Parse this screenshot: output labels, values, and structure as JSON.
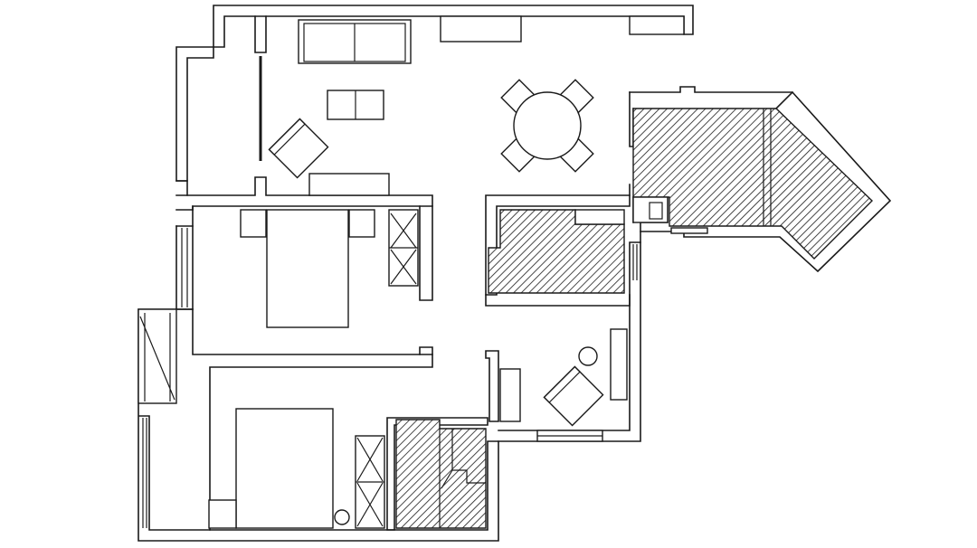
{
  "drawing": {
    "type": "floor-plan",
    "background_color": "#ffffff",
    "line_color": "#1a1a1a",
    "hatch_pattern": "diagonal-lines",
    "rooms": [
      {
        "id": "living-room"
      },
      {
        "id": "dining-area"
      },
      {
        "id": "bedroom-one"
      },
      {
        "id": "bedroom-two"
      },
      {
        "id": "study"
      },
      {
        "id": "bathroom"
      },
      {
        "id": "kitchen"
      },
      {
        "id": "balcony"
      }
    ]
  }
}
